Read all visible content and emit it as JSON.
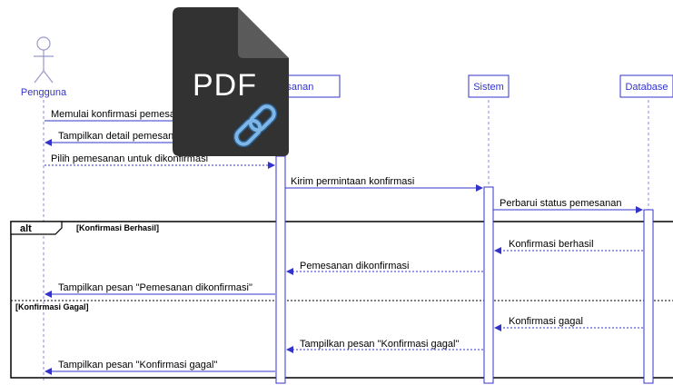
{
  "participants": {
    "pengguna": "Pengguna",
    "pemesanan": "Pemesanan",
    "sistem": "Sistem",
    "database": "Database"
  },
  "messages": {
    "m1": "Memulai konfirmasi pemesanan",
    "m2": "Tampilkan detail pemesanan",
    "m3": "Pilih pemesanan untuk dikonfirmasi",
    "m4": "Kirim permintaan konfirmasi",
    "m5": "Perbarui status pemesanan",
    "m6": "Konfirmasi berhasil",
    "m7": "Pemesanan dikonfirmasi",
    "m8": "Tampilkan pesan \"Pemesanan dikonfirmasi\"",
    "m9": "Konfirmasi gagal",
    "m10": "Tampilkan pesan \"Konfirmasi gagal\"",
    "m11": "Tampilkan pesan \"Konfirmasi gagal\""
  },
  "fragment": {
    "tag": "alt",
    "guard1": "[Konfirmasi Berhasil]",
    "guard2": "[Konfirmasi Gagal]"
  },
  "overlay": {
    "file_type": "PDF",
    "icon": "pdf-link-file-icon"
  },
  "colors": {
    "line": "#3333cc",
    "lifeline": "#8888dd",
    "activation_fill": "#ffffff",
    "actor": "#9999cc",
    "pdf_body": "#323232",
    "pdf_fold": "#5a5a5a",
    "link": "#7eb6e8"
  }
}
